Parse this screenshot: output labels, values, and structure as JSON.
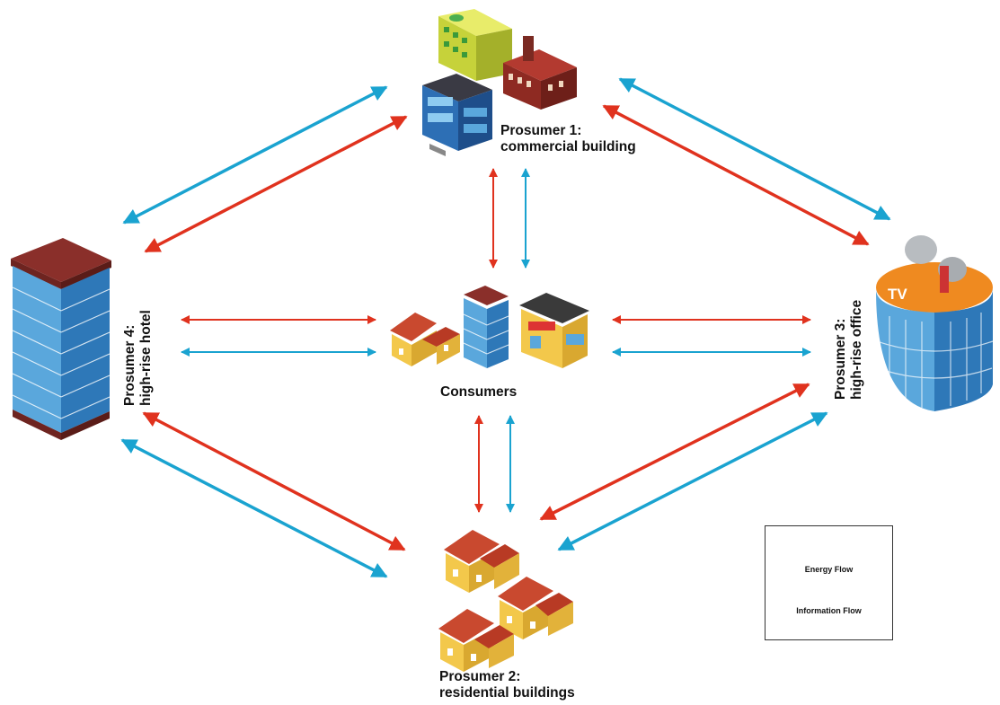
{
  "colors": {
    "energy_flow": "#1aa3d0",
    "information_flow": "#e0321e"
  },
  "nodes": {
    "prosumer1": {
      "line1": "Prosumer 1:",
      "line2": "commercial building",
      "icon": "commercial-buildings-icon"
    },
    "prosumer2": {
      "line1": "Prosumer 2:",
      "line2": "residential buildings",
      "icon": "houses-icon"
    },
    "prosumer3": {
      "line1": "Prosumer 3:",
      "line2": "high-rise office",
      "icon": "tv-station-icon"
    },
    "prosumer4": {
      "line1": "Prosumer 4:",
      "line2": "high-rise hotel",
      "icon": "hotel-tower-icon"
    },
    "consumers": {
      "label": "Consumers",
      "icon": "consumer-buildings-icon"
    }
  },
  "legend": {
    "energy": "Energy Flow",
    "information": "Information Flow"
  }
}
